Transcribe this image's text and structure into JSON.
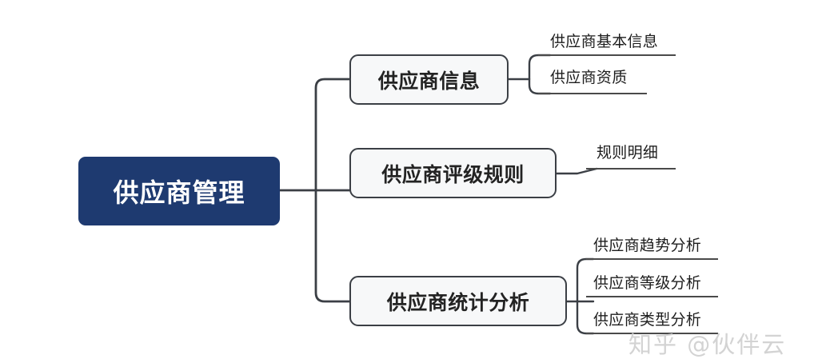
{
  "diagram": {
    "type": "mindmap",
    "root": {
      "label": "供应商管理",
      "color": "#1e3a70",
      "text_color": "#ffffff"
    },
    "branches": [
      {
        "label": "供应商信息",
        "leaves": [
          {
            "label": "供应商基本信息"
          },
          {
            "label": "供应商资质"
          }
        ]
      },
      {
        "label": "供应商评级规则",
        "leaves": [
          {
            "label": "规则明细"
          }
        ]
      },
      {
        "label": "供应商统计分析",
        "leaves": [
          {
            "label": "供应商趋势分析"
          },
          {
            "label": "供应商等级分析"
          },
          {
            "label": "供应商类型分析"
          }
        ]
      }
    ],
    "node_style": {
      "fill": "#f7f8f9",
      "border": "#3b3f45",
      "connector": "#3b3f45",
      "leaf_rule": "#4a4a4a"
    }
  },
  "watermark": {
    "text": "知乎 @伙伴云"
  }
}
